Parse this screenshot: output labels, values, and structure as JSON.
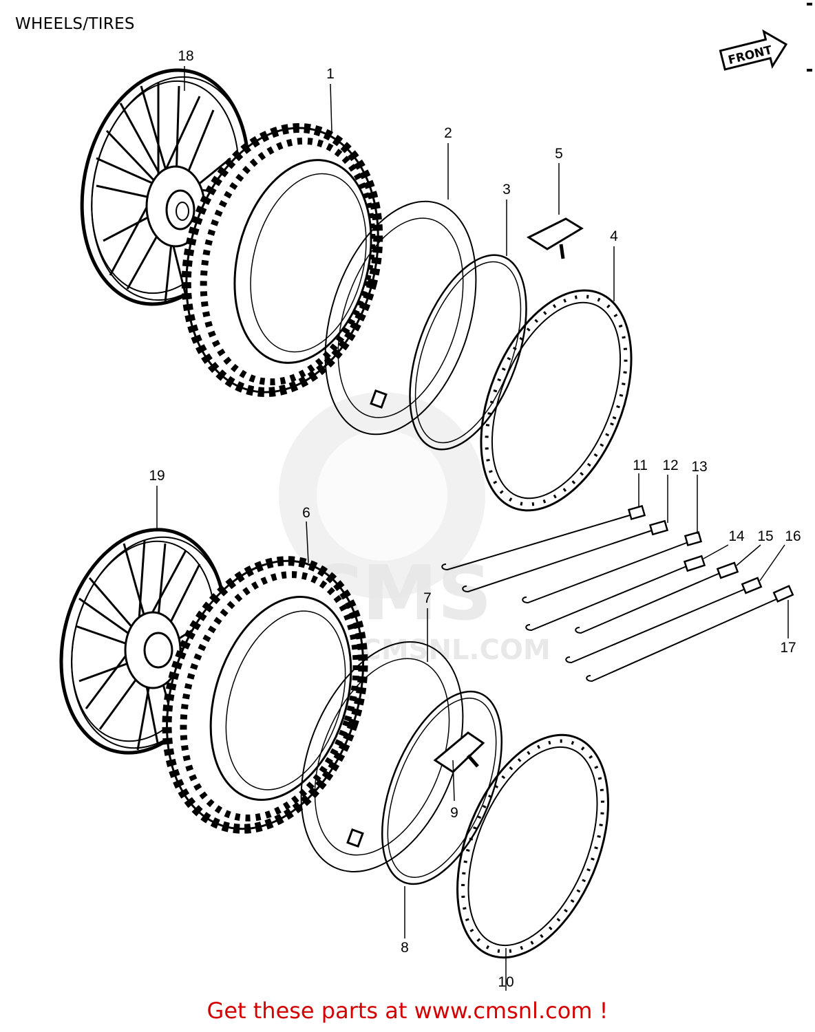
{
  "header": {
    "title": "WHEELS/TIRES"
  },
  "front_badge": {
    "label": "FRONT"
  },
  "watermark": {
    "text": "WWW.CMSNL.COM",
    "logo": "CMS"
  },
  "callouts": [
    "1",
    "2",
    "3",
    "4",
    "5",
    "6",
    "7",
    "8",
    "9",
    "10",
    "11",
    "12",
    "13",
    "14",
    "15",
    "16",
    "17",
    "18",
    "19"
  ],
  "footer": {
    "link_text": "Get these parts at www.cmsnl.com !",
    "link_color": "#d40000"
  },
  "colors": {
    "line": "#000000",
    "watermark": "#e6e6e6",
    "background": "#ffffff"
  }
}
